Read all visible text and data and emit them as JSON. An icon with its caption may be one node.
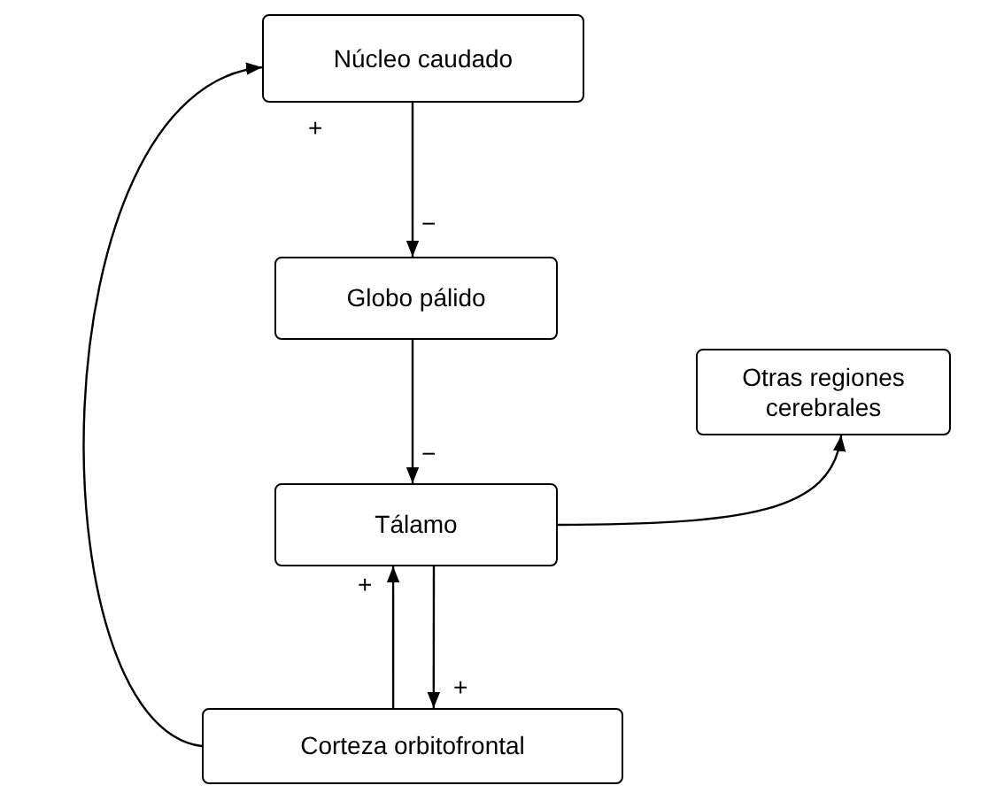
{
  "diagram": {
    "nodes": [
      {
        "text": [
          "Núcleo caudado"
        ]
      },
      {
        "text": [
          "Globo pálido"
        ]
      },
      {
        "text": [
          "Otras regiones cerebrales"
        ]
      },
      {
        "text": [
          "Tálamo"
        ]
      },
      {
        "text": [
          "Corteza orbitofrontal"
        ]
      }
    ],
    "edges": [
      {
        "from": 0,
        "to": 1,
        "arrow": "to",
        "label": "−"
      },
      {
        "from": 1,
        "to": 3,
        "arrow": "to",
        "label": "−"
      },
      {
        "from": 3,
        "to": 2,
        "arrow": "to"
      },
      {
        "from": 4,
        "to": 3,
        "arrow": "to",
        "label": "+"
      },
      {
        "from": 3,
        "to": 4,
        "arrow": "to",
        "label": "+"
      },
      {
        "from": 4,
        "to": 0,
        "arrow": "to"
      }
    ],
    "labels": [
      "+"
    ]
  }
}
